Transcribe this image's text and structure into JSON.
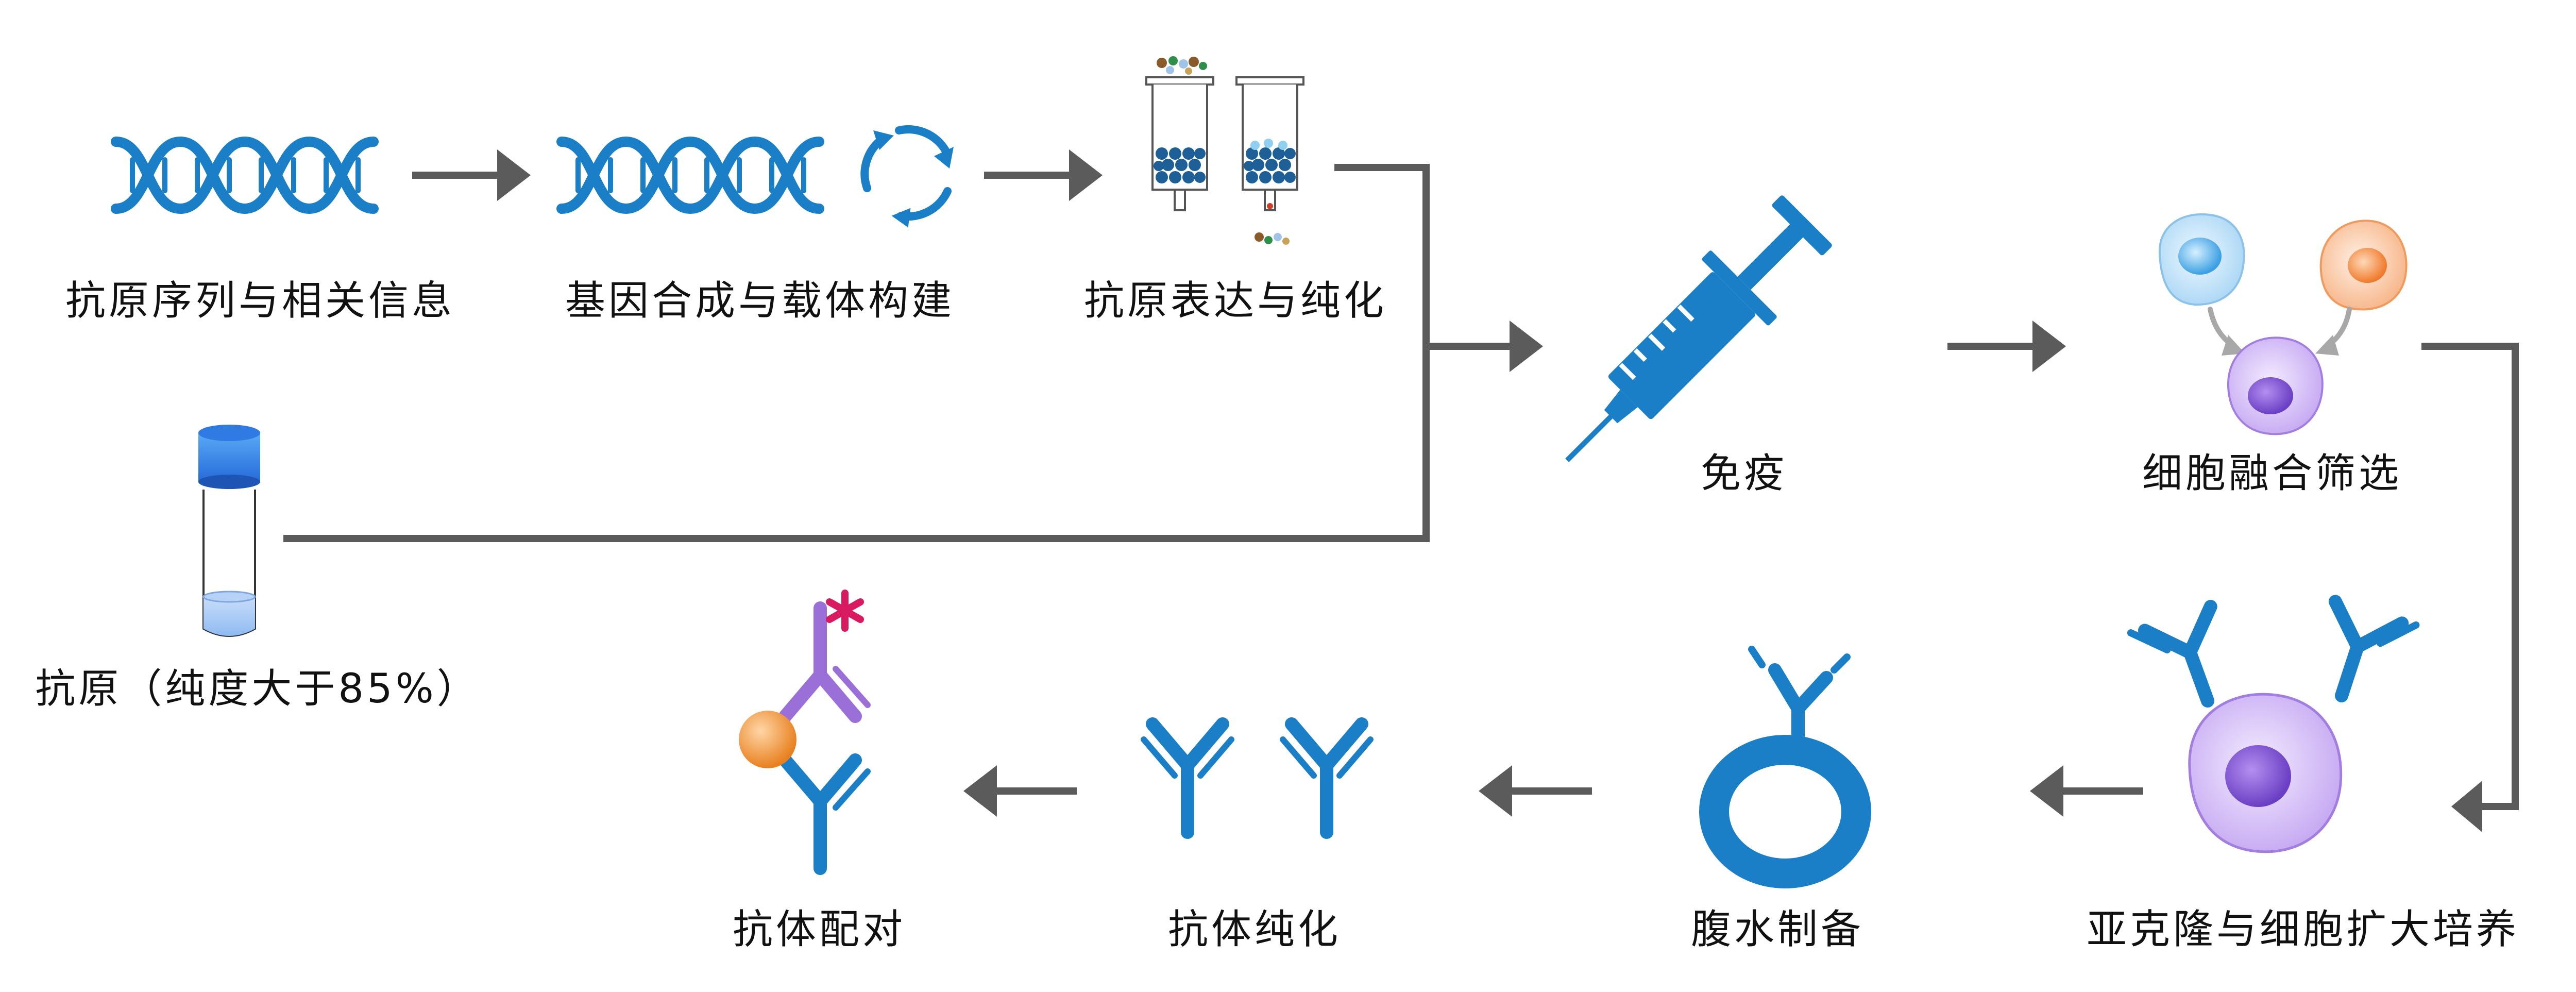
{
  "colors": {
    "accent_blue": "#1a7fc6",
    "arrow_gray": "#5b5b5b",
    "purple": "#9b6fd8",
    "pink": "#d81b60",
    "orange": "#f08a3c"
  },
  "steps": {
    "antigen_sequence": "抗原序列与相关信息",
    "gene_synthesis": "基因合成与载体构建",
    "expression_purification": "抗原表达与纯化",
    "antigen_purity": "抗原（纯度大于85%）",
    "immunization": "免疫",
    "cell_fusion": "细胞融合筛选",
    "subcloning": "亚克隆与细胞扩大培养",
    "ascites": "腹水制备",
    "antibody_purification": "抗体纯化",
    "antibody_pairing": "抗体配对"
  },
  "icons": {
    "dna": "dna-icon",
    "recycle": "recycle-icon",
    "column": "chromatography-column-icon",
    "tube": "test-tube-icon",
    "syringe": "syringe-icon",
    "cells": "cell-icon",
    "antibody": "antibody-icon",
    "asterisk": "asterisk-icon"
  }
}
